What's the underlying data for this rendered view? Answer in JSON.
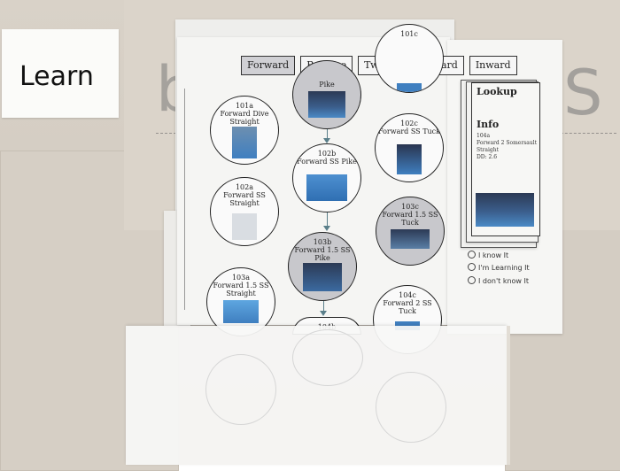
{
  "learn_label": "Learn",
  "tabs": [
    "Forward",
    "Reverse",
    "Twist",
    "Backward",
    "Inward"
  ],
  "nodes": {
    "n101c": {
      "code": "101c",
      "name": ""
    },
    "n101b": {
      "code": "",
      "name": "Pike"
    },
    "n101a": {
      "code": "101a",
      "name": "Forward Dive Straight"
    },
    "n102c": {
      "code": "102c",
      "name": "Forward SS Tuck"
    },
    "n102b": {
      "code": "102b",
      "name": "Forward SS Pike"
    },
    "n102a": {
      "code": "102a",
      "name": "Forward SS Straight"
    },
    "n103c": {
      "code": "103c",
      "name": "Forward 1.5 SS Tuck"
    },
    "n103b": {
      "code": "103b",
      "name": "Forward 1.5 SS Pike"
    },
    "n103a": {
      "code": "103a",
      "name": "Forward 1.5 SS Straight"
    },
    "n104c": {
      "code": "104c",
      "name": "Forward 2 SS Tuck"
    },
    "n104b": {
      "code": "104b",
      "name": ""
    }
  },
  "lookup": {
    "title": "Lookup",
    "info_heading": "Info",
    "dive_code": "104a",
    "dive_name": "Forward 2 Somersault",
    "position": "Straight",
    "dd": "DD: 2.6"
  },
  "options": [
    "I know It",
    "I'm Learning It",
    "I don't know It"
  ],
  "colors": {
    "water": "#3f7fc0",
    "pool_dark": "#2c3a55",
    "selected_tab": "#d0d0d4"
  }
}
